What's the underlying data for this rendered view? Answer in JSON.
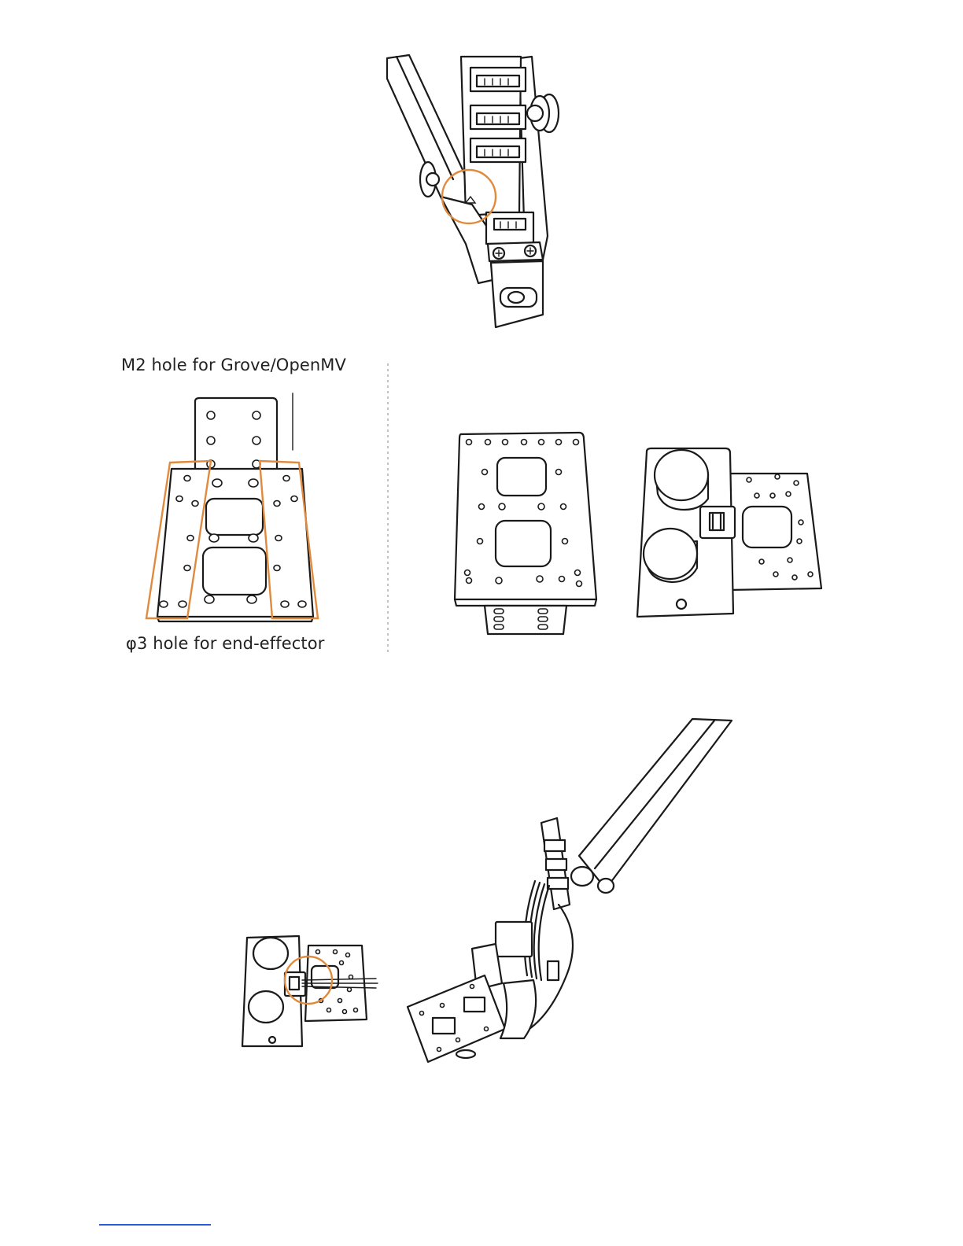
{
  "labels": {
    "top_label": "M2 hole for Grove/OpenMV",
    "bottom_label": "φ3 hole for end-effector"
  },
  "colors": {
    "highlight": "#e08a3e",
    "line": "#1a1a1a",
    "footer_link": "#2b5fd9"
  },
  "figures": [
    "arm-joint-connector-figure",
    "mounting-plate-figure",
    "plate-front-back-figure",
    "assembled-arm-figure"
  ]
}
